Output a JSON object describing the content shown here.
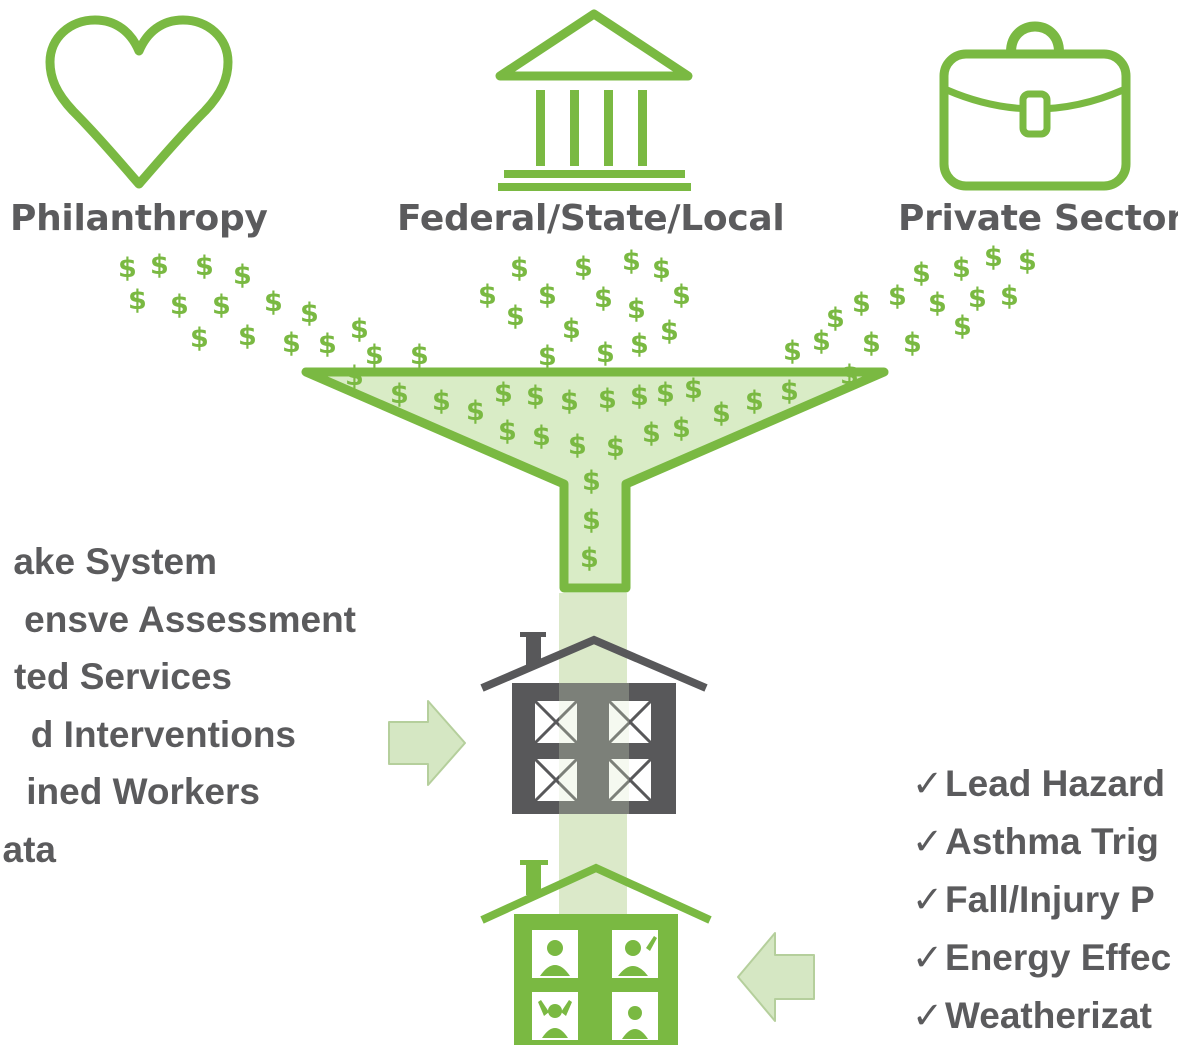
{
  "sources": {
    "philanthropy": "Philanthropy",
    "government": "Federal/State/Local",
    "private": "Private Sector"
  },
  "dollar_symbol": "$",
  "services_list": [
    "ake System",
    "ensve Assessment",
    "ted Services",
    "d Interventions",
    "ined Workers",
    "ata"
  ],
  "outcomes_list": [
    "Lead Hazard",
    "Asthma Trig",
    "Fall/Injury P",
    "Energy Effec",
    "Weatherizat"
  ],
  "check_symbol": "✓",
  "colors": {
    "brand_green": "#7ab942",
    "funnel_fill": "#d9ecc6",
    "pipe_column": "#dbe9c9",
    "arrow_fill": "#d5e7c3",
    "house_gray": "#58585a",
    "text_gray": "#5b5b5d"
  },
  "icons": {
    "philanthropy": "heart-icon",
    "government": "government-building-icon",
    "private": "briefcase-icon",
    "before_house": "unhealthy-house-icon",
    "after_house": "healthy-house-icon"
  }
}
